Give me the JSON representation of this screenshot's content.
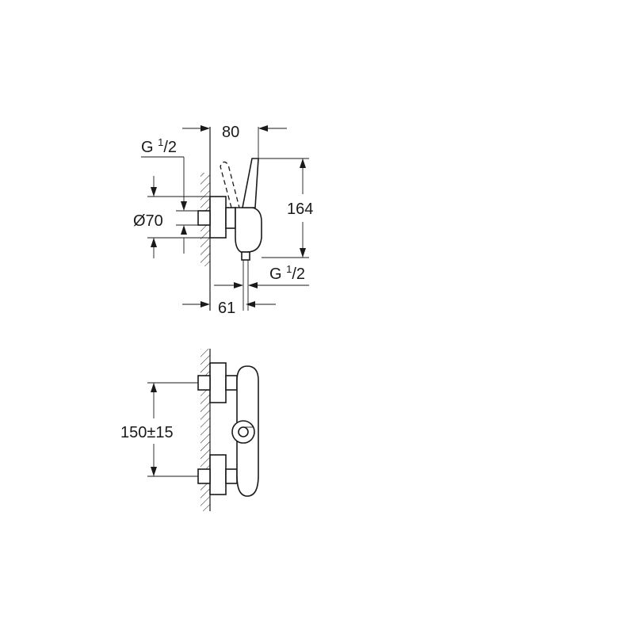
{
  "side_view": {
    "width_top": "80",
    "height_right": "164",
    "inlet_thread_prefix": "G ",
    "inlet_thread_num": "1",
    "inlet_thread_den": "/2",
    "diameter": "Ø70",
    "outlet_thread_prefix": "G ",
    "outlet_thread_num": "1",
    "outlet_thread_den": "/2",
    "depth_bottom": "61"
  },
  "front_view": {
    "center_distance": "150±15"
  }
}
